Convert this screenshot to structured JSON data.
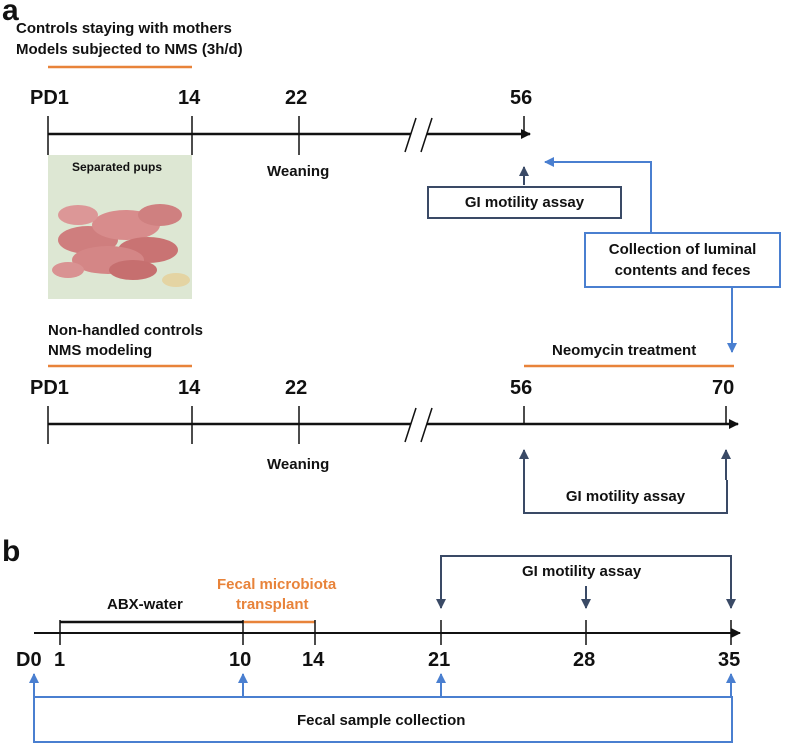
{
  "colors": {
    "line": "#111111",
    "orange": "#e8833a",
    "blue": "#4a7fd0",
    "navy": "#3a4a66",
    "pink": "#d9908f"
  },
  "panel_a": {
    "letter": "a",
    "timeline1": {
      "heading_line1": "Controls staying with mothers",
      "heading_line2": "Models subjected to NMS (3h/d)",
      "ticks": [
        "PD1",
        "14",
        "22",
        "56"
      ],
      "weaning": "Weaning",
      "photo_label": "Separated pups",
      "gi_box": "GI motility assay"
    },
    "collection_box_line1": "Collection of luminal",
    "collection_box_line2": "contents and feces",
    "timeline2": {
      "heading_line1": "Non-handled controls",
      "heading_line2": "NMS modeling",
      "treatment": "Neomycin treatment",
      "ticks": [
        "PD1",
        "14",
        "22",
        "56",
        "70"
      ],
      "weaning": "Weaning",
      "gi_box": "GI motility assay"
    }
  },
  "panel_b": {
    "letter": "b",
    "gi_label": "GI motility assay",
    "abx": "ABX-water",
    "fmt_line1": "Fecal microbiota",
    "fmt_line2": "transplant",
    "ticks": [
      "D0",
      "1",
      "10",
      "14",
      "21",
      "28",
      "35"
    ],
    "collection": "Fecal sample collection"
  }
}
